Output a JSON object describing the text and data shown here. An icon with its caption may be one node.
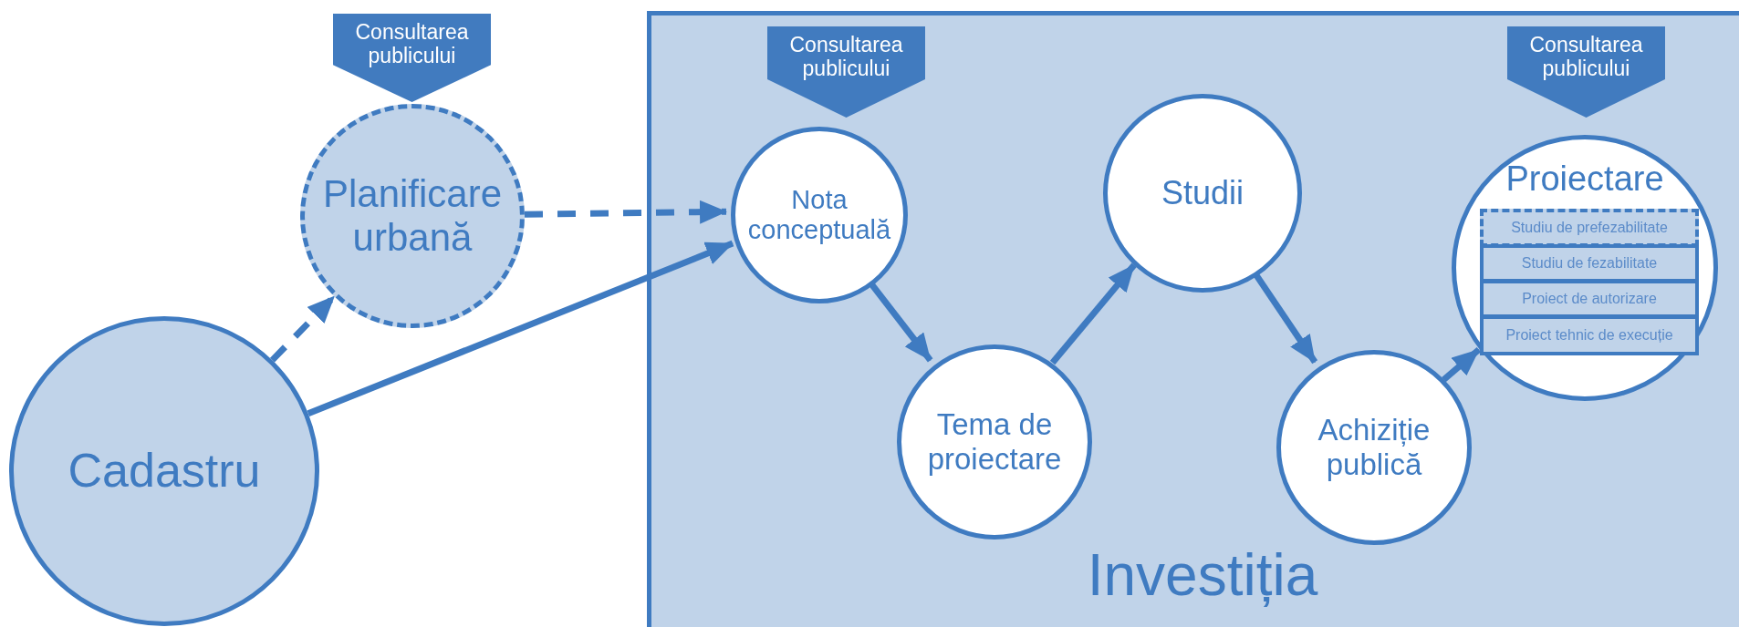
{
  "diagram": {
    "nodes": [
      {
        "text": [
          "Consultarea publicului"
        ]
      },
      {
        "text": [
          "Planificare urbană"
        ]
      },
      {
        "text": [
          "Cadastru"
        ]
      },
      {
        "text": [
          "Investiția"
        ]
      },
      {
        "text": [
          "Consultarea publicului"
        ],
        "in": 3
      },
      {
        "text": [
          "Nota conceptuală"
        ],
        "in": 3
      },
      {
        "text": [
          "Tema de proiectare"
        ],
        "in": 3
      },
      {
        "text": [
          "Studii"
        ],
        "in": 3
      },
      {
        "text": [
          "Achiziție publică"
        ],
        "in": 3
      },
      {
        "text": [
          "Consultarea publicului"
        ],
        "in": 3
      },
      {
        "text": [
          "Proiectare"
        ],
        "in": 3
      },
      {
        "text": [
          "Studiu de prefezabilitate"
        ],
        "in": 10
      },
      {
        "text": [
          "Studiu de fezabilitate"
        ],
        "in": 10
      },
      {
        "text": [
          "Proiect de autorizare"
        ],
        "in": 10
      },
      {
        "text": [
          "Proiect tehnic de execuție"
        ],
        "in": 10
      }
    ],
    "edges": [
      {
        "from": 2,
        "to": 1,
        "arrow": "to",
        "style": "dashed"
      },
      {
        "from": 1,
        "to": 5,
        "arrow": "to",
        "style": "dashed"
      },
      {
        "from": 2,
        "to": 5,
        "arrow": "to"
      },
      {
        "from": 5,
        "to": 6,
        "arrow": "to"
      },
      {
        "from": 6,
        "to": 7,
        "arrow": "to"
      },
      {
        "from": 7,
        "to": 8,
        "arrow": "to"
      },
      {
        "from": 8,
        "to": 10,
        "arrow": "to"
      }
    ]
  }
}
